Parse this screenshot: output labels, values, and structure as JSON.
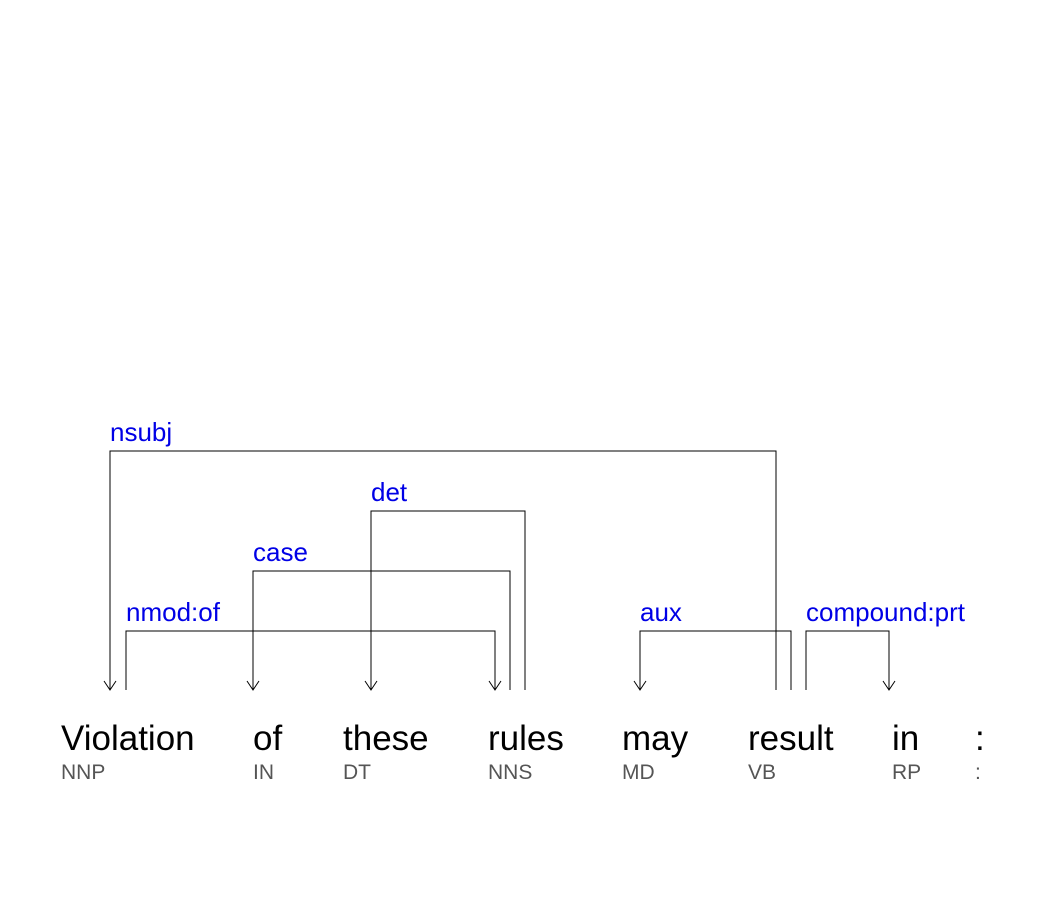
{
  "tokens": [
    {
      "word": "Violation",
      "tag": "NNP"
    },
    {
      "word": "of",
      "tag": "IN"
    },
    {
      "word": "these",
      "tag": "DT"
    },
    {
      "word": "rules",
      "tag": "NNS"
    },
    {
      "word": "may",
      "tag": "MD"
    },
    {
      "word": "result",
      "tag": "VB"
    },
    {
      "word": "in",
      "tag": "RP"
    },
    {
      "word": ":",
      "tag": ":"
    }
  ],
  "relations": [
    {
      "label": "nsubj",
      "head": 5,
      "dependent": 0
    },
    {
      "label": "det",
      "head": 3,
      "dependent": 2
    },
    {
      "label": "case",
      "head": 3,
      "dependent": 1
    },
    {
      "label": "nmod:of",
      "head": 0,
      "dependent": 3
    },
    {
      "label": "aux",
      "head": 5,
      "dependent": 4
    },
    {
      "label": "compound:prt",
      "head": 5,
      "dependent": 6
    }
  ],
  "colors": {
    "word": "#000000",
    "tag": "#555555",
    "relation_label": "#0000e6",
    "arc": "#000000"
  }
}
